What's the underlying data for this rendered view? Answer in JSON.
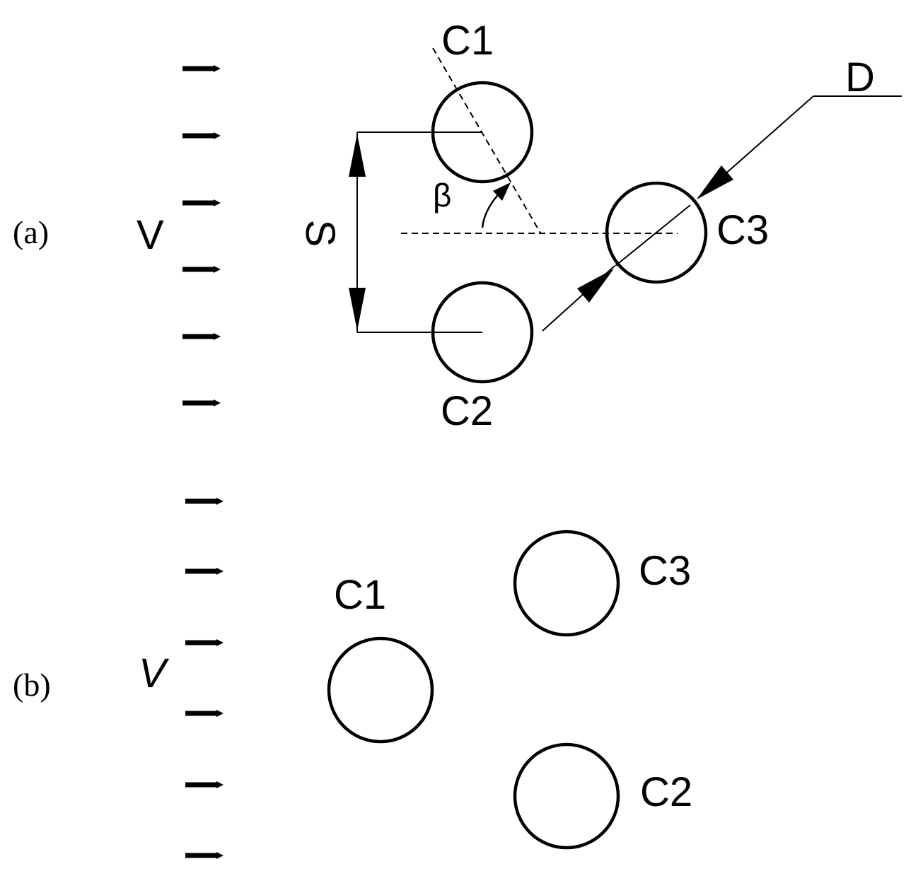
{
  "panel_a": {
    "panel_label": "(a)",
    "velocity_label": "V",
    "c1_label": "C1",
    "c2_label": "C2",
    "c3_label": "C3",
    "diameter_label": "D",
    "spacing_label": "S",
    "angle_label": "β"
  },
  "panel_b": {
    "panel_label": "(b)",
    "velocity_label": "V",
    "c1_label": "C1",
    "c2_label": "C2",
    "c3_label": "C3"
  },
  "colors": {
    "ink": "#000000",
    "background": "#ffffff"
  }
}
